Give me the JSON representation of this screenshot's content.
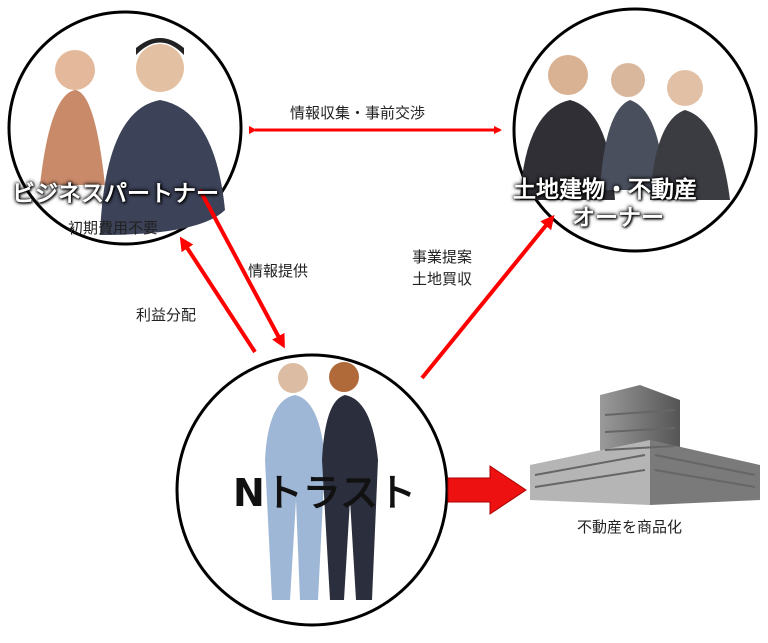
{
  "partner": {
    "title": "ビジネスパートナー",
    "note": "初期費用不要"
  },
  "owner": {
    "title_line1": "土地建物・不動産",
    "title_line2": "オーナー"
  },
  "company": {
    "name": "Nトラスト"
  },
  "arrows": {
    "partner_owner": "情報収集・事前交渉",
    "info_provision": "情報提供",
    "profit_sharing": "利益分配",
    "proposal_line1": "事業提案",
    "proposal_line2": "土地買収",
    "commercialize": "不動産を商品化"
  },
  "colors": {
    "arrow": "#ff0000",
    "outline": "#000000"
  }
}
